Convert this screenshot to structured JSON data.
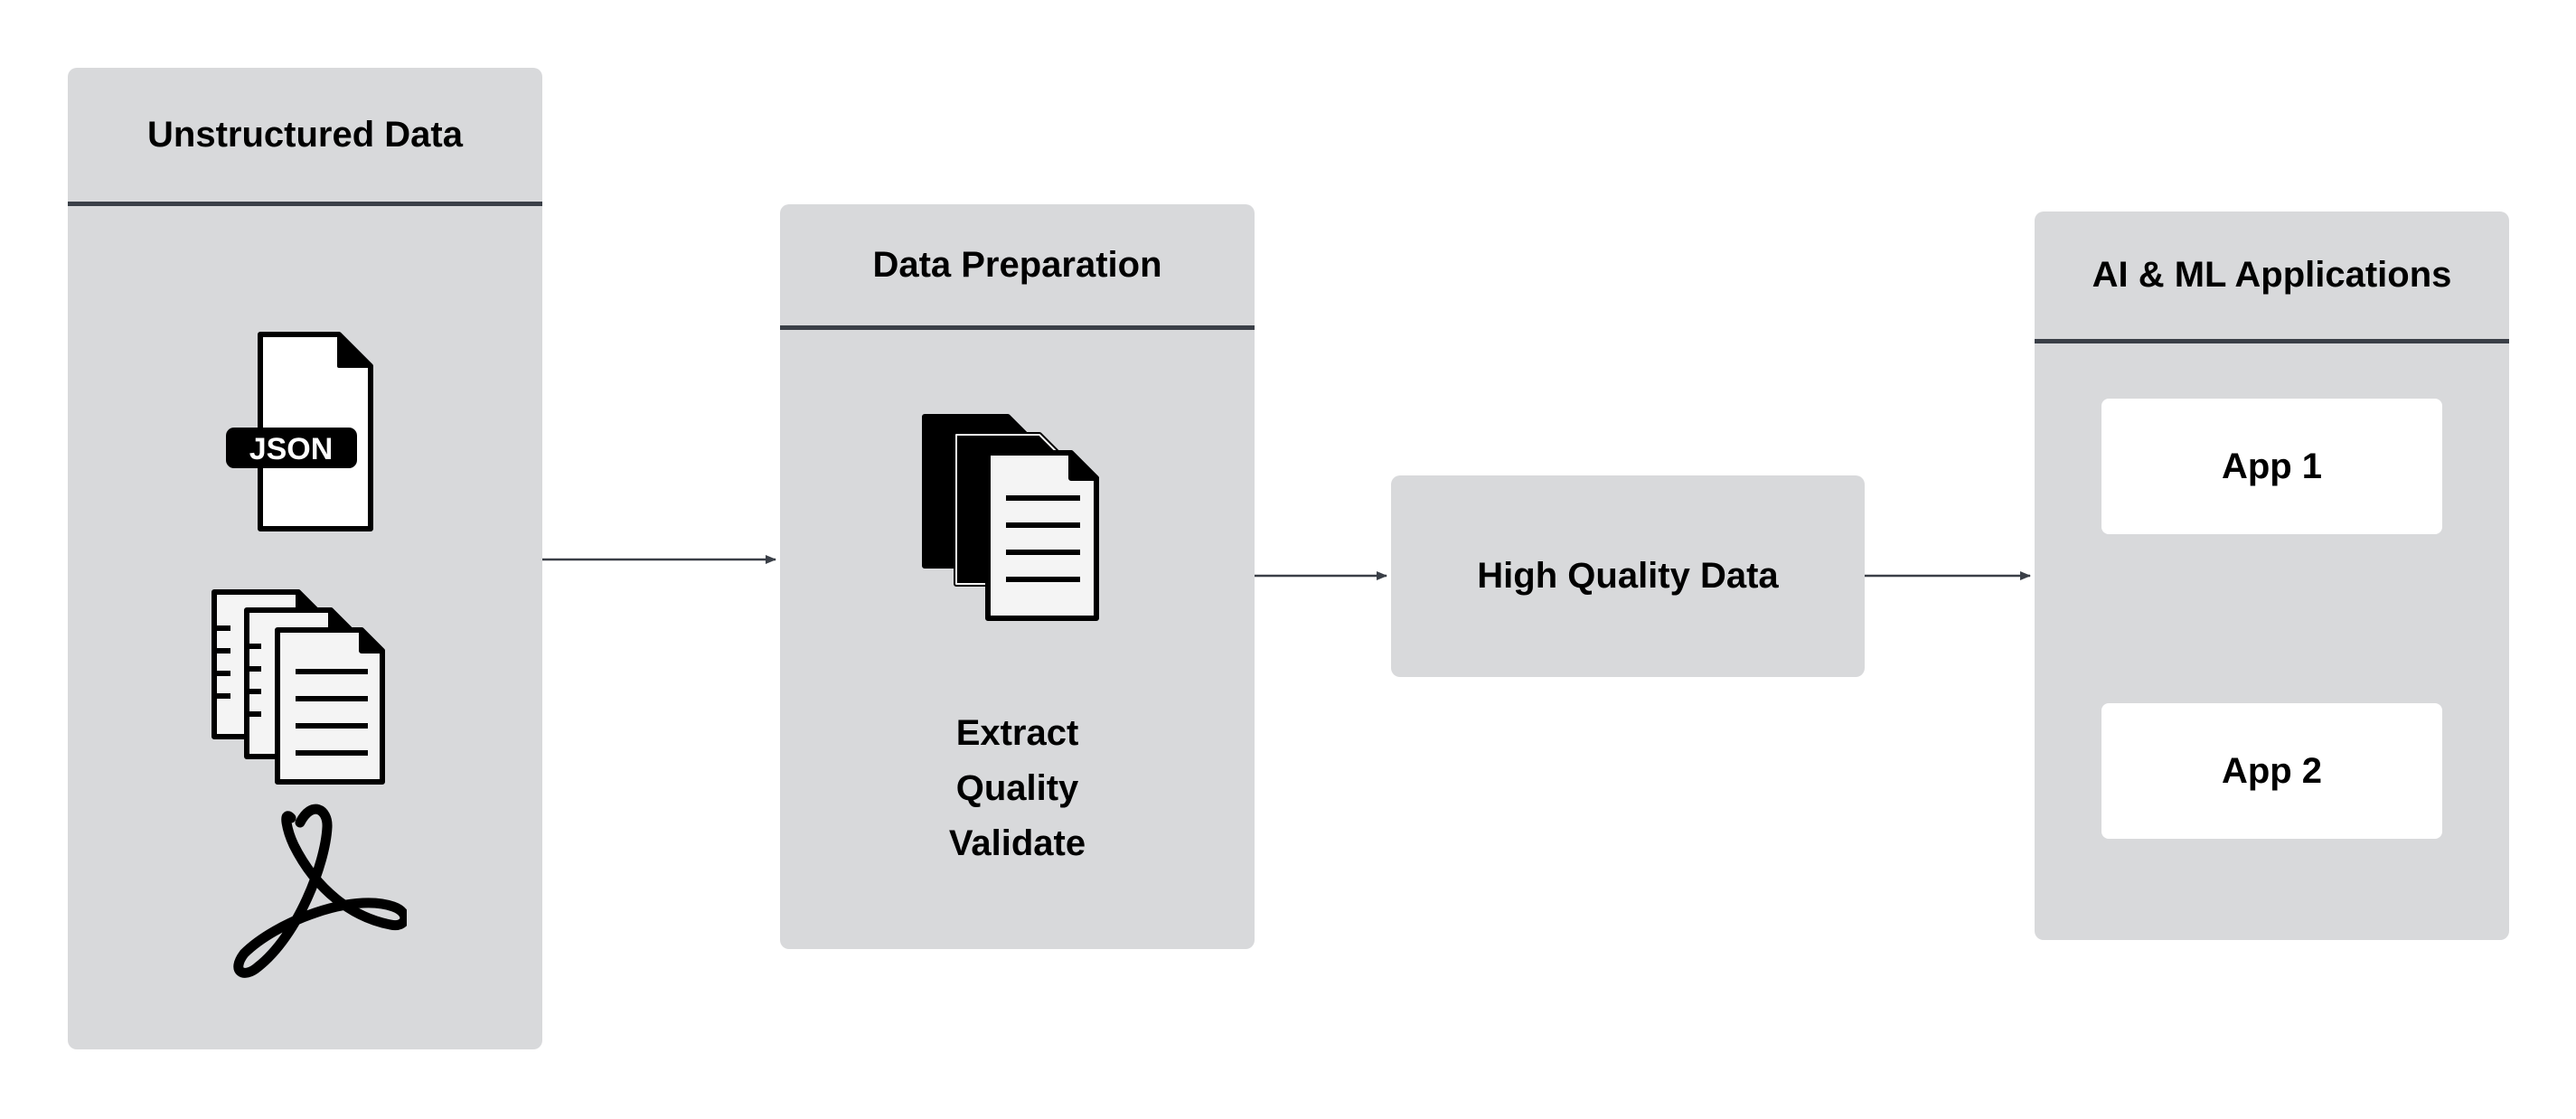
{
  "panels": {
    "unstructured": {
      "title": "Unstructured Data"
    },
    "preparation": {
      "title": "Data Preparation",
      "steps": [
        "Extract",
        "Quality",
        "Validate"
      ]
    },
    "high_quality": {
      "label": "High Quality Data"
    },
    "applications": {
      "title": "AI & ML Applications",
      "apps": [
        "App 1",
        "App 2"
      ]
    }
  },
  "icons": {
    "json_badge": "JSON",
    "source_icons": [
      "json-file-icon",
      "documents-icon",
      "pdf-icon"
    ],
    "prep_icon": "documents-icon"
  },
  "colors": {
    "panel_bg": "#d8d9db",
    "header_rule": "#3a3f47",
    "connector": "#3a3f47",
    "app_card_bg": "#ffffff"
  }
}
